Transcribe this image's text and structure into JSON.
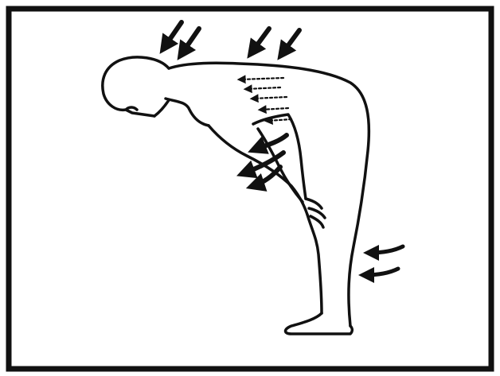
{
  "figure": {
    "frame_color": "#111111",
    "ink_color": "#111111",
    "background": "#ffffff",
    "subject": "person-bending-forward",
    "arrow_groups": [
      {
        "name": "head-downward-arrows-icon",
        "direction": "down-left",
        "count": 2
      },
      {
        "name": "back-downward-arrows-icon",
        "direction": "down-left",
        "count": 2
      },
      {
        "name": "back-leftward-arrows-icon",
        "direction": "left",
        "count": 5
      },
      {
        "name": "hamstring-arrows-icon",
        "direction": "down-left",
        "count": 3
      },
      {
        "name": "calf-leftward-arrows-icon",
        "direction": "left",
        "count": 2
      }
    ]
  }
}
